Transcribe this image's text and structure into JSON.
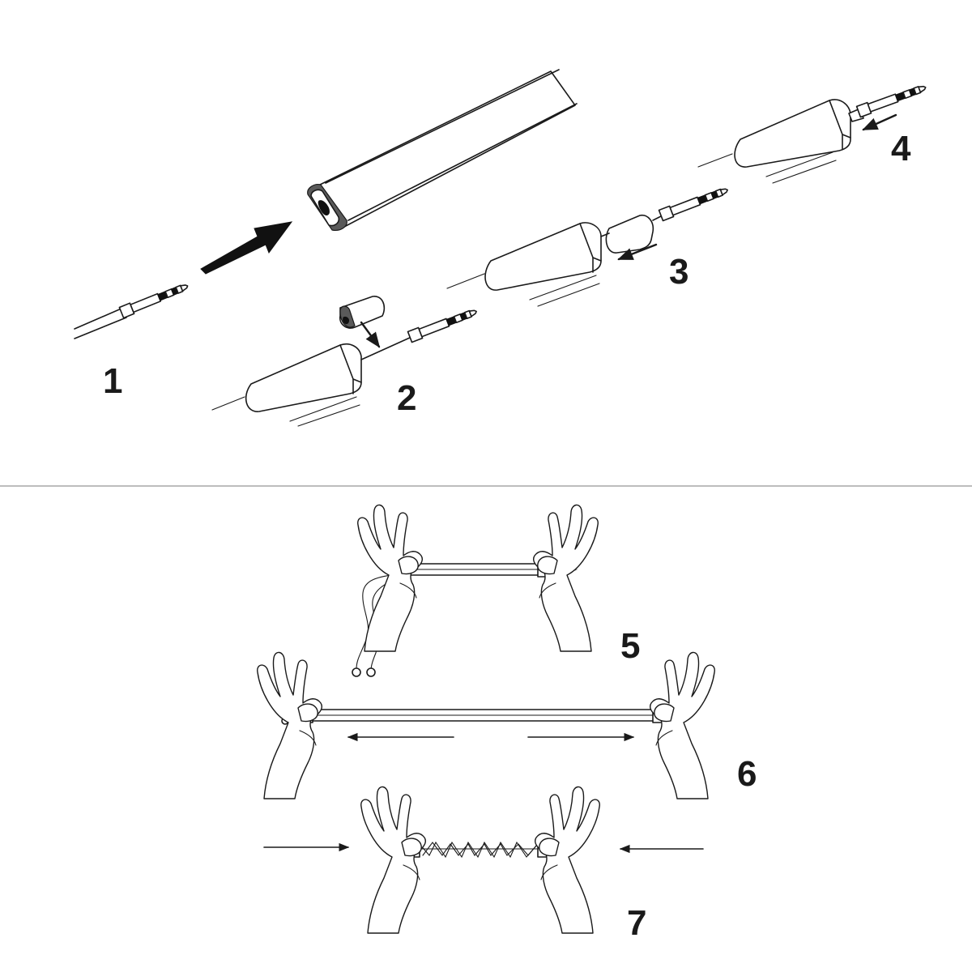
{
  "steps": [
    {
      "number": "1"
    },
    {
      "number": "2"
    },
    {
      "number": "3"
    },
    {
      "number": "4"
    },
    {
      "number": "5"
    },
    {
      "number": "6"
    },
    {
      "number": "7"
    }
  ],
  "colors": {
    "line": "#1a1a1a",
    "divider": "#bdbdbd",
    "background": "#ffffff"
  }
}
